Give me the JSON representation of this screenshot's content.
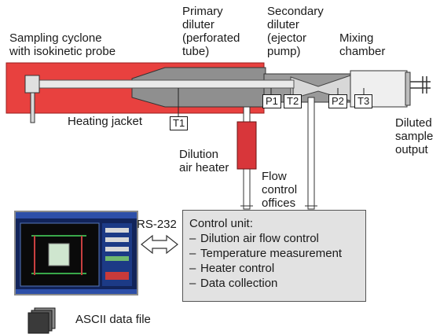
{
  "labels": {
    "sampling_cyclone": "Sampling cyclone\nwith isokinetic probe",
    "primary_diluter": "Primary\ndiluter\n(perforated\ntube)",
    "secondary_diluter": "Secondary\ndiluter\n(ejector\npump)",
    "mixing_chamber": "Mixing\nchamber",
    "heating_jacket": "Heating jacket",
    "diluted_sample_output": "Diluted\nsample\noutput",
    "dilution_air_heater": "Dilution\nair heater",
    "flow_control_offices": "Flow\ncontrol\noffices",
    "rs232": "RS-232",
    "ascii_data_file": "ASCII data file"
  },
  "sensors": [
    "T1",
    "P1",
    "T2",
    "P2",
    "T3"
  ],
  "control_unit": {
    "title": "Control unit:",
    "items": [
      "Dilution air flow control",
      "Temperature measurement",
      "Heater control",
      "Data collection"
    ]
  },
  "colors": {
    "heating_jacket": "#e8413f",
    "heater": "#d8363a",
    "diluter_body": "#8f8f8f",
    "tube": "#e9e9e9",
    "control_unit_bg": "#e2e2e2",
    "screen_bg": "#12245a"
  },
  "icons": {
    "rs232_link": "double-arrow-icon",
    "data_file": "stacked-files-icon",
    "screen": "monitor-screenshot-icon"
  }
}
